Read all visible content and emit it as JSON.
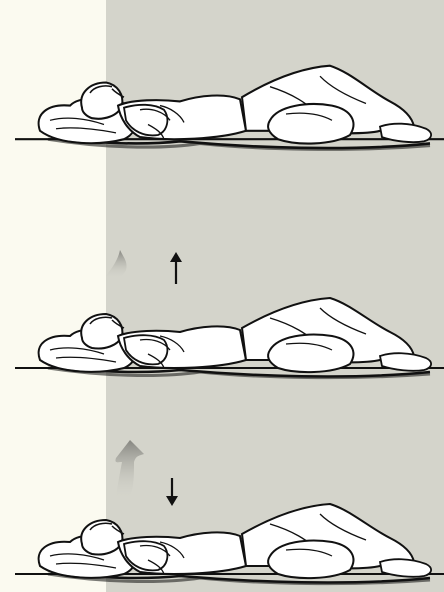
{
  "background": {
    "left_color": "#fbfaf0",
    "right_color": "#d4d4cb"
  },
  "figures": [
    {
      "name": "figure-resting",
      "indicators": []
    },
    {
      "name": "figure-inhale",
      "indicators": [
        "inhale-air-icon",
        "arrow-up-icon"
      ]
    },
    {
      "name": "figure-exhale",
      "indicators": [
        "exhale-air-icon",
        "arrow-down-icon"
      ]
    }
  ],
  "colors": {
    "ink": "#111111",
    "fill": "#ffffff",
    "air": "#8a8a84"
  }
}
